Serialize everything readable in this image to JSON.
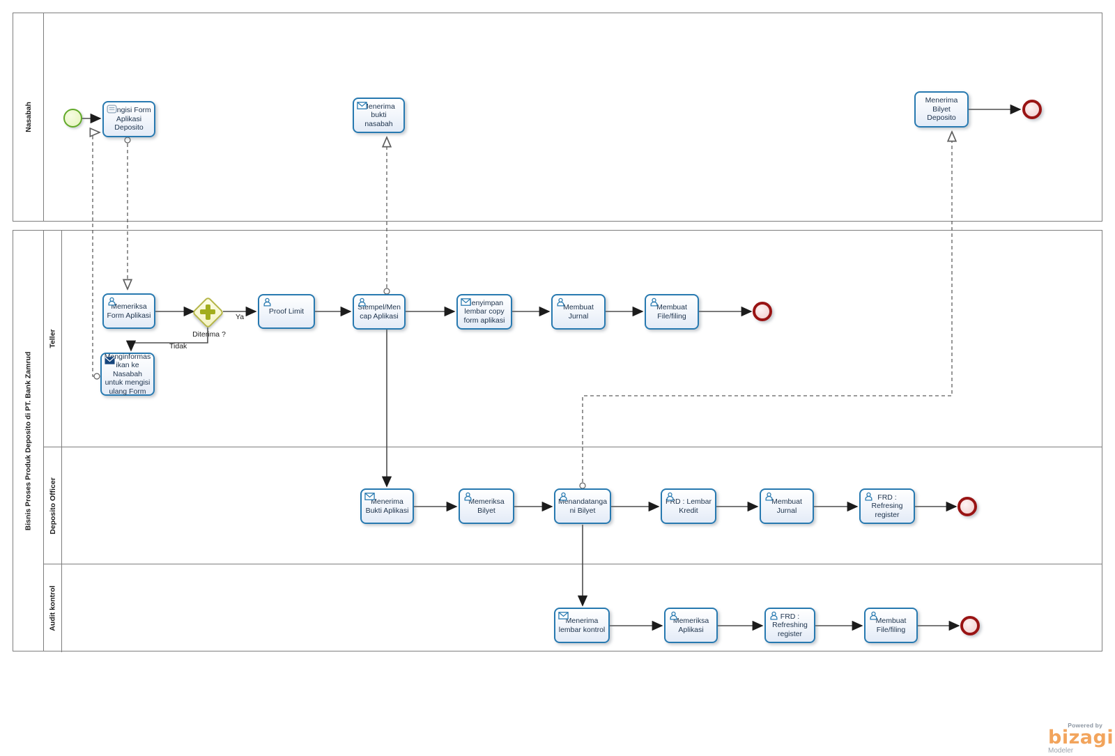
{
  "pools": {
    "nasabah": {
      "label": "Nasabah"
    },
    "bank": {
      "label": "Bisnis Proses Produk Deposito di PT. Bank Zamrud"
    }
  },
  "lanes": {
    "teller": {
      "label": "Teller"
    },
    "deposito": {
      "label": "Deposito Officer"
    },
    "audit": {
      "label": "Audit kontrol"
    }
  },
  "nodes": {
    "mengisi_form": {
      "label": "Mengisi Form Aplikasi Deposito",
      "icon": "form-icon"
    },
    "menerima_bukti_nasabah": {
      "label": "Menerima bukti nasabah",
      "icon": "message-icon"
    },
    "menerima_bilyet_deposito": {
      "label": "Menerima Bilyet Deposito",
      "icon": "none"
    },
    "memeriksa_form": {
      "label": "Memeriksa Form Aplikasi",
      "icon": "user-icon"
    },
    "menginformasikan": {
      "label": "Menginformasikan ke Nasabah untuk mengisi ulang Form",
      "icon": "send-message-icon"
    },
    "proof_limit": {
      "label": "Proof Limit",
      "icon": "user-icon"
    },
    "stempel": {
      "label": "Stempel/Mencap Aplikasi",
      "icon": "user-icon"
    },
    "menyimpan_copy": {
      "label": "Menyimpan lembar copy form aplikasi",
      "icon": "message-icon"
    },
    "membuat_jurnal_teller": {
      "label": "Membuat Jurnal",
      "icon": "user-icon"
    },
    "membuat_file_teller": {
      "label": "Membuat File/filing",
      "icon": "user-icon"
    },
    "menerima_bukti_aplikasi": {
      "label": "Menerima Bukti Aplikasi",
      "icon": "message-icon"
    },
    "memeriksa_bilyet": {
      "label": "Memeriksa Bilyet",
      "icon": "user-icon"
    },
    "menandatangani_bilyet": {
      "label": "Menandatangani Bilyet",
      "icon": "user-icon"
    },
    "frd_lembar_kredit": {
      "label": "FRD : Lembar Kredit",
      "icon": "user-icon"
    },
    "membuat_jurnal_do": {
      "label": "Membuat Jurnal",
      "icon": "user-icon"
    },
    "frd_refresing_do": {
      "label": "FRD : Refresing register",
      "icon": "user-icon"
    },
    "menerima_lembar_kontrol": {
      "label": "Menerima lembar kontrol",
      "icon": "message-icon"
    },
    "memeriksa_aplikasi": {
      "label": "Memeriksa Aplikasi",
      "icon": "user-icon"
    },
    "frd_refreshing_audit": {
      "label": "FRD : Refreshing register",
      "icon": "user-icon"
    },
    "membuat_file_audit": {
      "label": "Membuat File/filing",
      "icon": "user-icon"
    }
  },
  "gateway": {
    "label": "Diterima ?"
  },
  "flow_labels": {
    "ya": "Ya",
    "tidak": "Tidak"
  },
  "branding": {
    "powered_by": "Powered by",
    "brand": "bizagi",
    "product": "Modeler"
  },
  "colors": {
    "task_border": "#2779b0",
    "start_event": "#61a928",
    "end_event": "#991414",
    "gateway_border": "#b4b545",
    "gateway_plus": "#a2ad1d",
    "brand_orange": "#f2a45c"
  }
}
